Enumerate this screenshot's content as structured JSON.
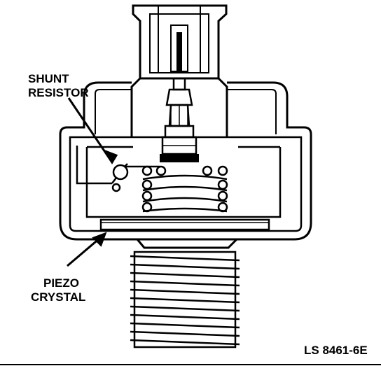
{
  "diagram": {
    "labels": {
      "shunt_resistor_line1": "SHUNT",
      "shunt_resistor_line2": "RESISTOR",
      "piezo_crystal_line1": "PIEZO",
      "piezo_crystal_line2": "CRYSTAL"
    },
    "figure_code": "LS 8461-6E",
    "colors": {
      "ink": "#000000",
      "paper": "#ffffff"
    }
  }
}
